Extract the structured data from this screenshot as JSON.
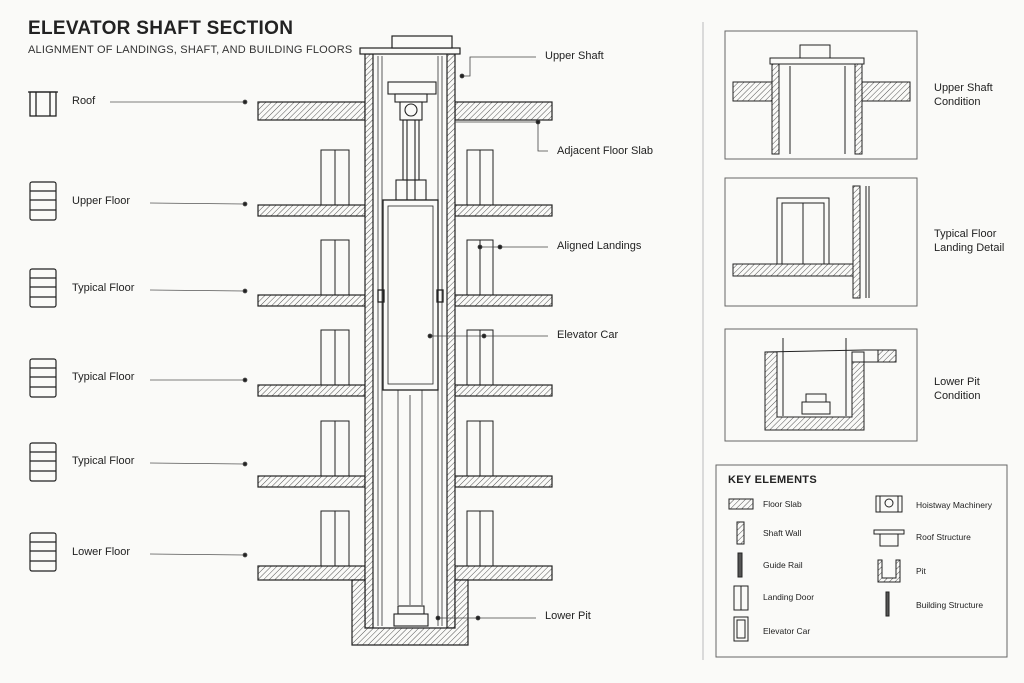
{
  "header": {
    "title": "ELEVATOR SHAFT SECTION",
    "subtitle": "ALIGNMENT OF LANDINGS, SHAFT, AND BUILDING FLOORS"
  },
  "floors": [
    "Roof",
    "Upper Floor",
    "Typical Floor",
    "Typical Floor",
    "Typical Floor",
    "Lower Floor"
  ],
  "callouts": {
    "upper_shaft": "Upper Shaft",
    "adjacent_slab": "Adjacent Floor Slab",
    "aligned_landings": "Aligned Landings",
    "elevator_car": "Elevator Car",
    "lower_pit": "Lower Pit"
  },
  "details": [
    {
      "line1": "Upper Shaft",
      "line2": "Condition"
    },
    {
      "line1": "Typical Floor",
      "line2": "Landing Detail"
    },
    {
      "line1": "Lower Pit",
      "line2": "Condition"
    }
  ],
  "legend": {
    "title": "KEY ELEMENTS",
    "items": [
      "Floor Slab",
      "Shaft Wall",
      "Guide Rail",
      "Landing Door",
      "Elevator Car",
      "Hoistway Machinery",
      "Roof Structure",
      "Pit",
      "Building Structure"
    ]
  },
  "colors": {
    "ink": "#222222",
    "hatch": "#666666",
    "paper": "#fafaf8"
  }
}
